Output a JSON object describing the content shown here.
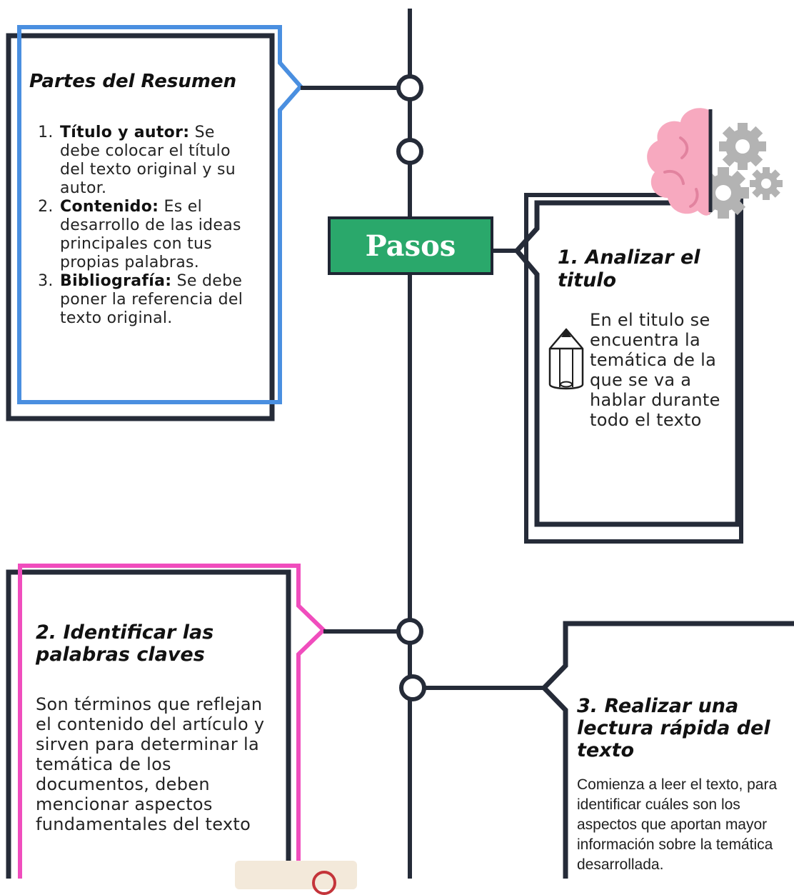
{
  "colors": {
    "dark": "#252b38",
    "blue": "#4a8fe0",
    "pink": "#f04dbd",
    "green": "#2aa86b",
    "brain": "#f7a9bf",
    "gear": "#b3b3b3"
  },
  "partes": {
    "title": "Partes del Resumen",
    "items": [
      {
        "label": "Título y autor:",
        "text": " Se debe colocar el título del texto original y su autor."
      },
      {
        "label": "Contenido:",
        "text": " Es el desarrollo de las ideas principales con tus propias palabras."
      },
      {
        "label": "Bibliografía:",
        "text": " Se debe poner la referencia del texto original."
      }
    ]
  },
  "pasos_label": "Pasos",
  "step1": {
    "title": "1. Analizar el titulo",
    "text": "En el titulo se encuentra la temática de la que se va a hablar durante todo el texto"
  },
  "step2": {
    "title": "2. Identificar las palabras claves",
    "text": "Son términos que reflejan el contenido del artículo y sirven para determinar la temática de los documentos, deben mencionar aspectos fundamentales del texto"
  },
  "step3": {
    "title": "3. Realizar una lectura rápida del texto",
    "text": "Comienza a leer el texto, para identificar cuáles son los aspectos que aportan mayor información sobre la temática desarrollada."
  },
  "icons": {
    "brain": "brain-icon",
    "gears": "gears-icon",
    "pencil": "pencil-icon",
    "note": "note-icon"
  }
}
